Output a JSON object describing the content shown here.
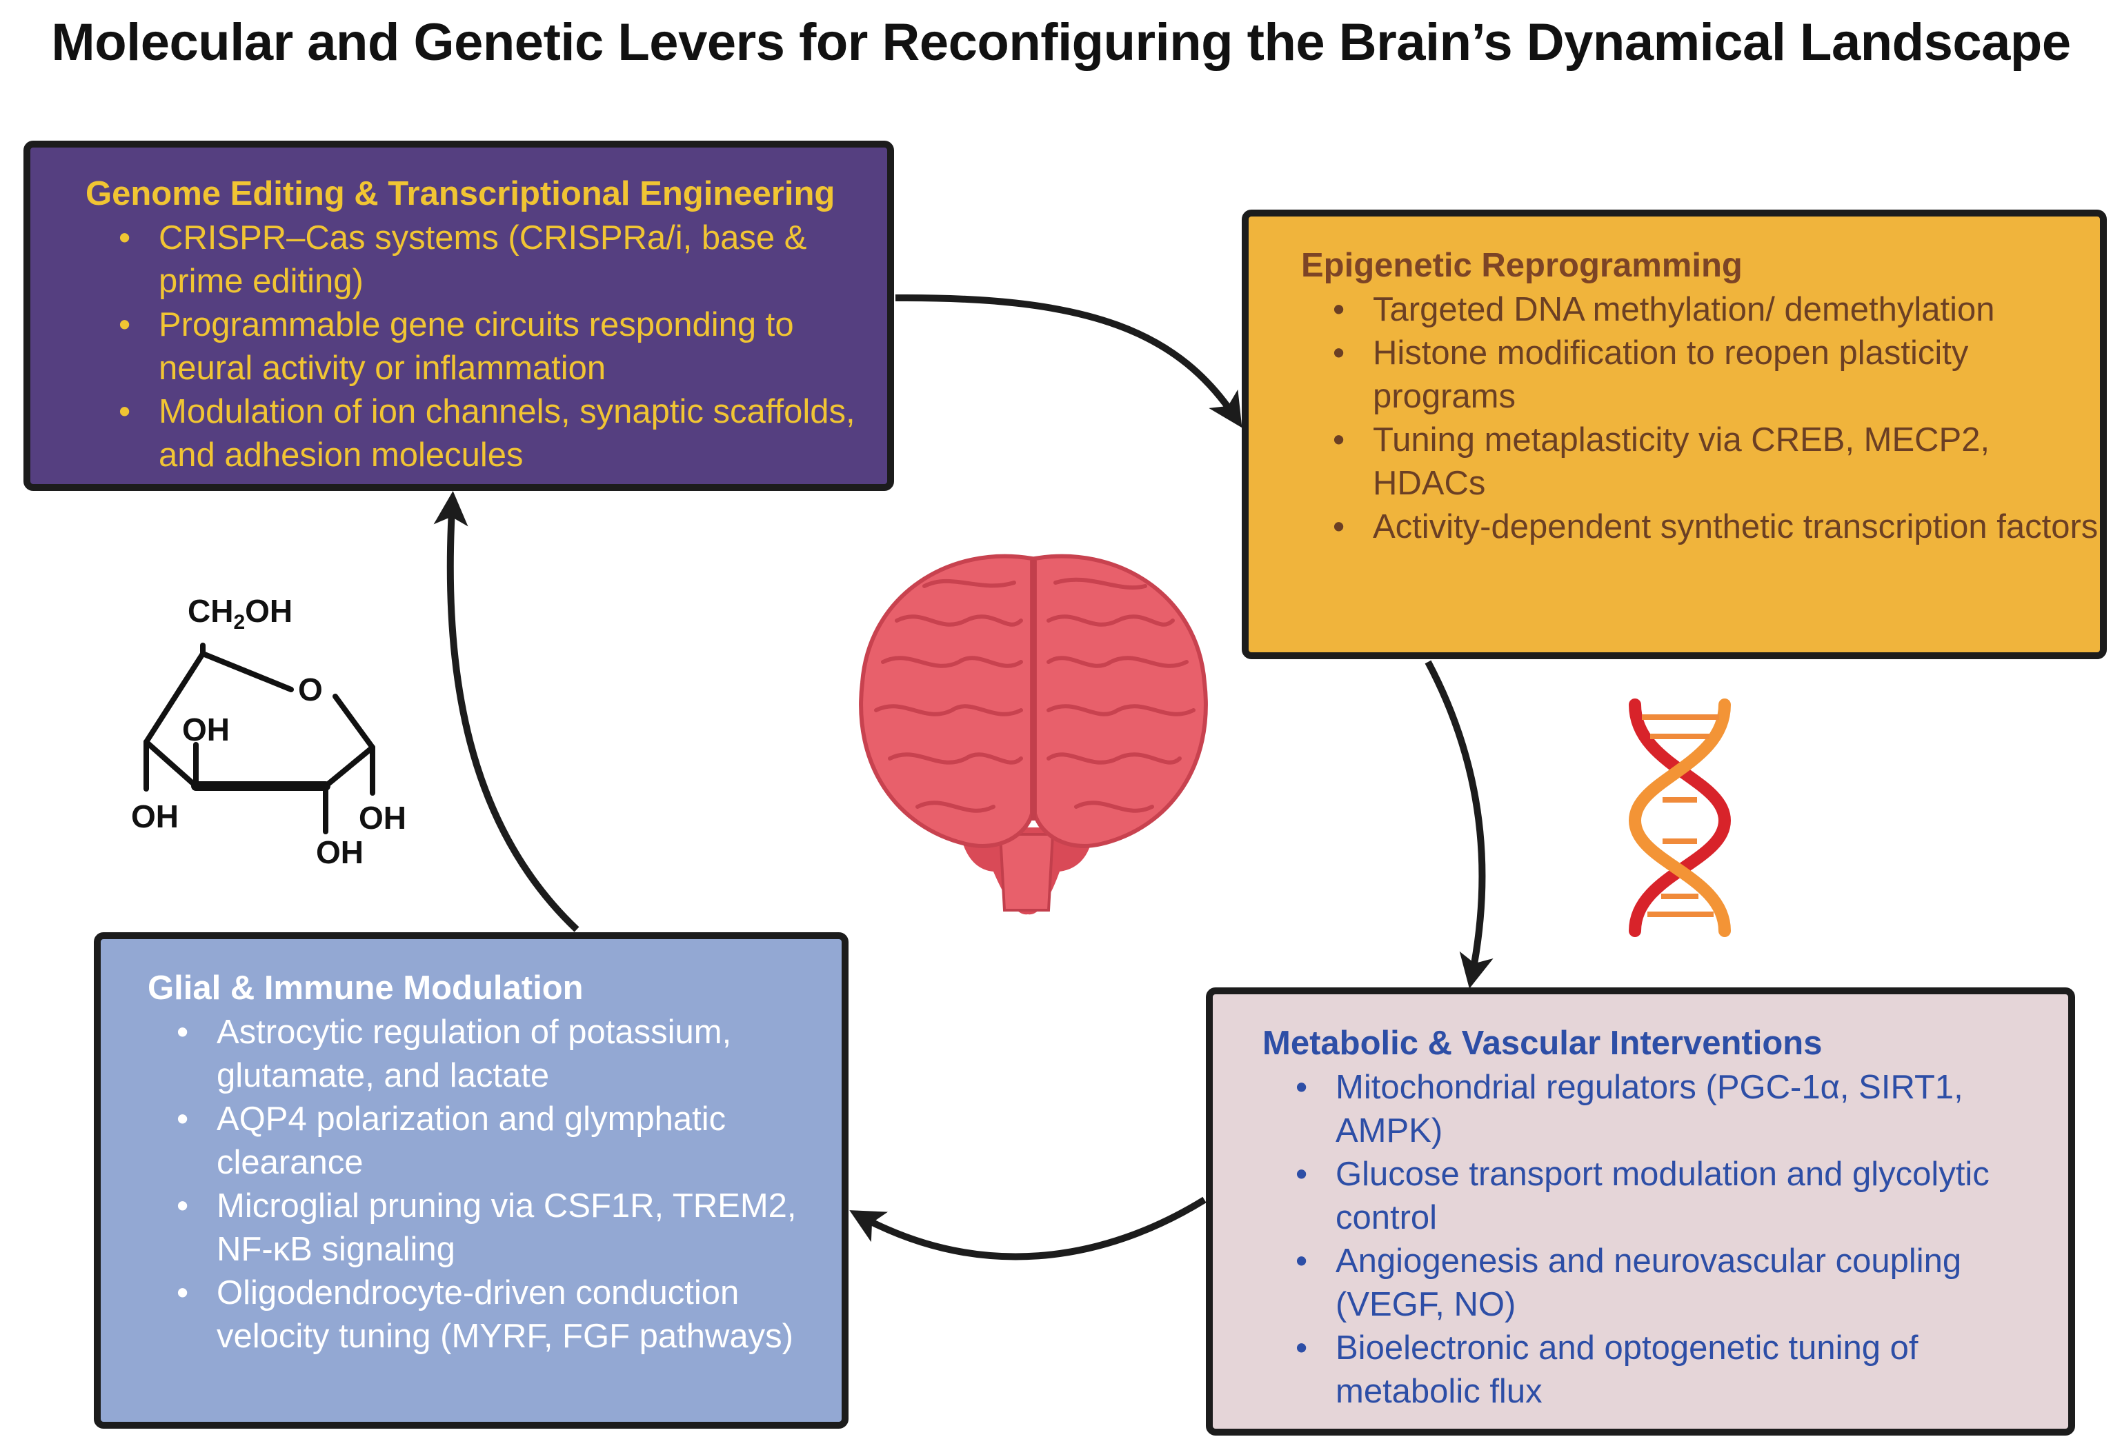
{
  "title": "Molecular and Genetic Levers for Reconfiguring the Brain’s Dynamical Landscape",
  "boxes": {
    "genome": {
      "heading": "Genome Editing & Transcriptional Engineering",
      "items": [
        "CRISPR–Cas systems (CRISPRa/i, base & prime editing)",
        "Programmable gene circuits responding to neural activity or inflammation",
        "Modulation of ion channels, synaptic scaffolds, and adhesion molecules"
      ]
    },
    "epigenetic": {
      "heading": "Epigenetic Reprogramming",
      "items": [
        "Targeted DNA methylation/ demethylation",
        "Histone modification to reopen plasticity programs",
        "Tuning metaplasticity via CREB, MECP2, HDACs",
        "Activity-dependent synthetic transcription factors"
      ]
    },
    "metabolic": {
      "heading": "Metabolic & Vascular Interventions",
      "items": [
        "Mitochondrial regulators (PGC-1α, SIRT1, AMPK)",
        "Glucose transport modulation and glycolytic control",
        "Angiogenesis and neurovascular coupling (VEGF, NO)",
        "Bioelectronic and optogenetic tuning of metabolic flux"
      ]
    },
    "glial": {
      "heading": "Glial & Immune Modulation",
      "items": [
        "Astrocytic regulation of potassium, glutamate, and lactate",
        "AQP4 polarization and glymphatic clearance",
        "Microglial pruning via CSF1R, TREM2, NF-κB signaling",
        "Oligodendrocyte-driven conduction velocity tuning (MYRF, FGF pathways)"
      ]
    }
  },
  "glucose": {
    "ch2oh": "CH",
    "ch2oh_sub": "2",
    "ch2oh_end": "OH",
    "ring_o": "O",
    "oh": "OH"
  },
  "colors": {
    "genome_bg": "#553f80",
    "genome_text": "#f1c533",
    "epigenetic_bg": "#f0b43c",
    "epigenetic_text": "#7c4426",
    "metabolic_bg": "#e5d5d8",
    "metabolic_text": "#2d4ea6",
    "glial_bg": "#93a8d3",
    "glial_text": "#ffffff",
    "arrow": "#1c1c1c",
    "brain": "#e8606b",
    "dna_left": "#d8232a",
    "dna_right": "#f39436"
  },
  "icons": [
    "brain-icon",
    "dna-helix-icon",
    "glucose-structure-icon"
  ]
}
